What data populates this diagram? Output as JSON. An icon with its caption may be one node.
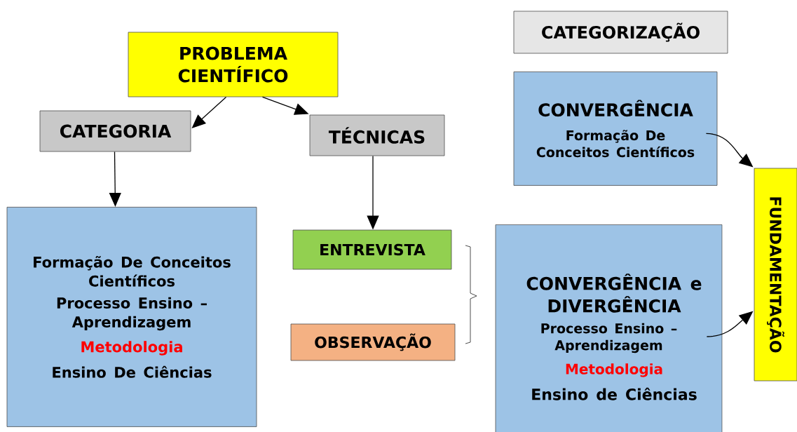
{
  "diagram": {
    "nodes": [
      {
        "text": [
          "PROBLEMA CIENTÍFICO"
        ]
      },
      {
        "text": [
          "CATEGORIA"
        ]
      },
      {
        "text": [
          "TÉCNICAS"
        ]
      },
      {
        "text": [
          "Formação De Conceitos Científicos",
          "Processo Ensino – Aprendizagem",
          "Metodologia",
          "Ensino De Ciências"
        ]
      },
      {
        "text": [
          "ENTREVISTA"
        ]
      },
      {
        "text": [
          "OBSERVAÇÃO"
        ]
      },
      {
        "text": [
          "CATEGORIZAÇÃO"
        ]
      },
      {
        "text": [
          "CONVERGÊNCIA",
          "Formação De Conceitos Científicos"
        ]
      },
      {
        "text": [
          "CONVERGÊNCIA e DIVERGÊNCIA",
          "Processo Ensino – Aprendizagem",
          "Metodologia",
          "Ensino de Ciências"
        ]
      },
      {
        "text": [
          "FUNDAMENTAÇÃO"
        ]
      }
    ],
    "edges": [
      {
        "from": 0,
        "to": 1,
        "arrow": "to"
      },
      {
        "from": 0,
        "to": 2,
        "arrow": "to"
      },
      {
        "from": 1,
        "to": 3,
        "arrow": "to"
      },
      {
        "from": 2,
        "to": 4,
        "arrow": "to"
      },
      {
        "from": 7,
        "to": 9,
        "arrow": "to"
      },
      {
        "from": 8,
        "to": 9,
        "arrow": "to"
      }
    ]
  }
}
